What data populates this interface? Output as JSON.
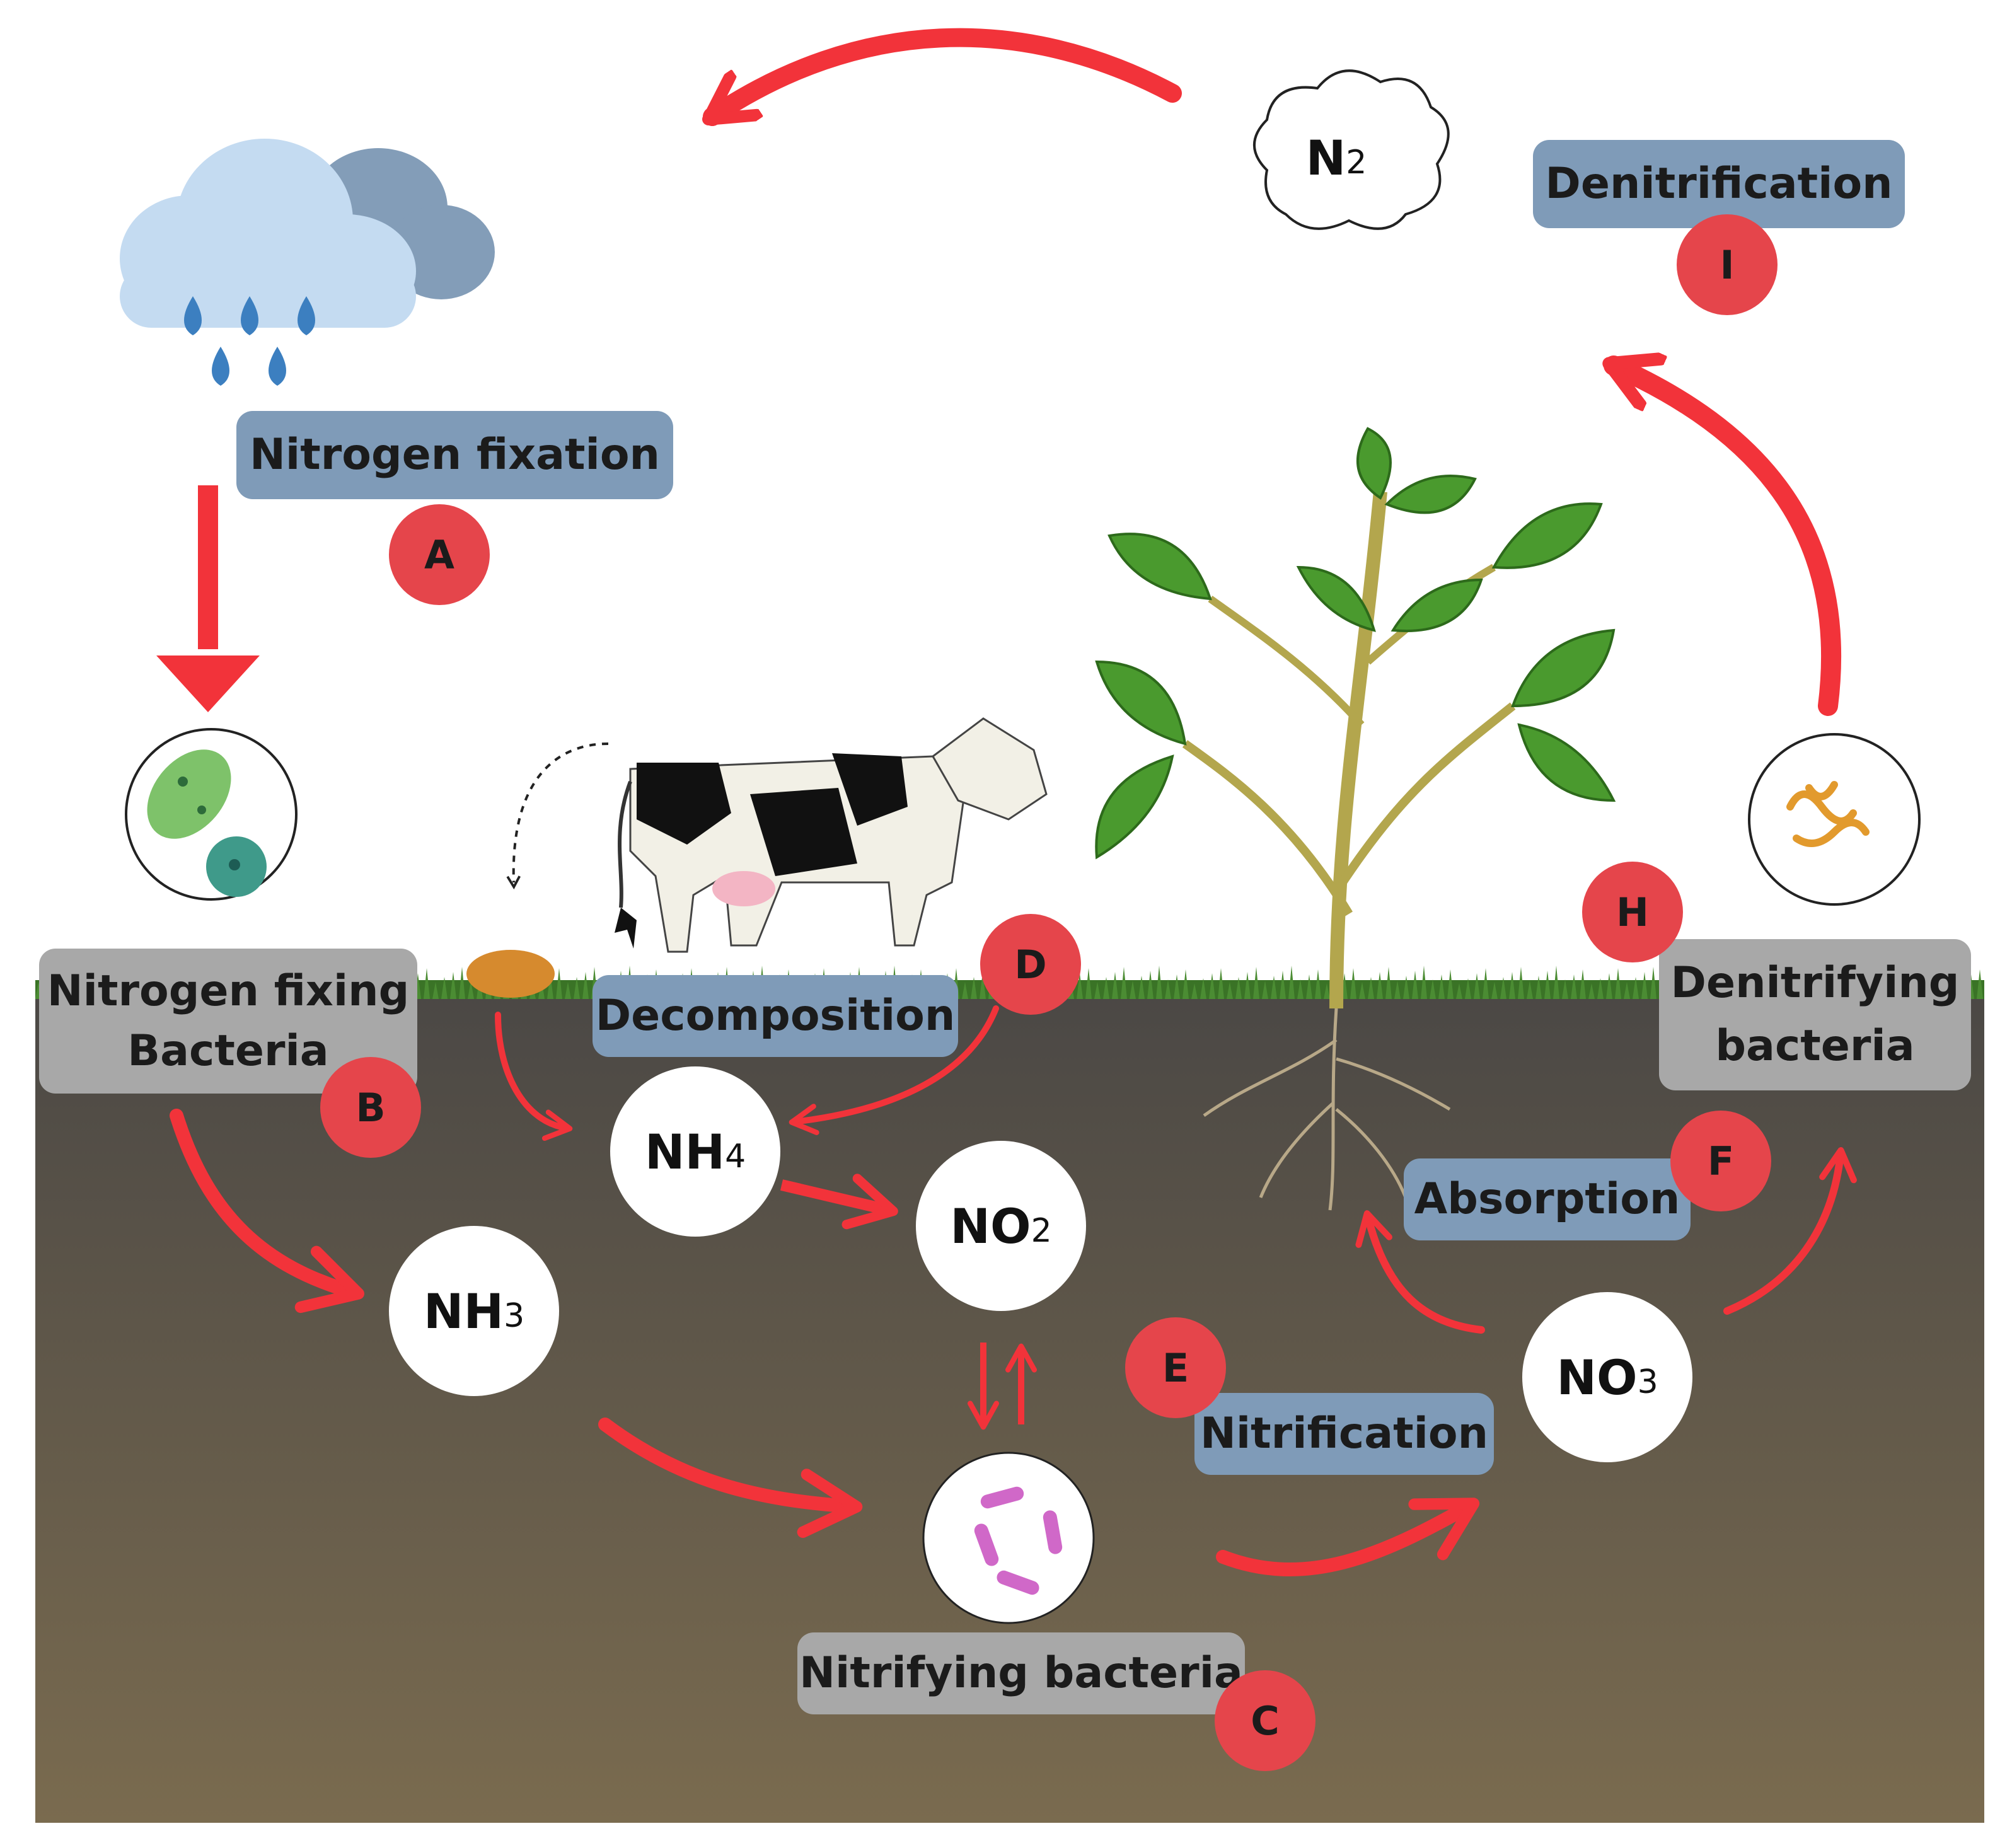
{
  "labels": {
    "nitrogen_fixation": "Nitrogen fixation",
    "nitrogen_fixing_bacteria_line1": "Nitrogen fixing",
    "nitrogen_fixing_bacteria_line2": "Bacteria",
    "decomposition": "Decomposition",
    "nitrifying_bacteria": "Nitrifying bacteria",
    "nitrification": "Nitrification",
    "absorption": "Absorption",
    "denitrifying_bacteria_line1": "Denitrifying",
    "denitrifying_bacteria_line2": "bacteria",
    "denitrification": "Denitrification"
  },
  "badges": {
    "a": "A",
    "b": "B",
    "c": "C",
    "d": "D",
    "e": "E",
    "f": "F",
    "h": "H",
    "i": "I"
  },
  "chemicals": {
    "n2": {
      "base": "N",
      "sub": "2"
    },
    "nh4": {
      "base": "NH",
      "sub": "4"
    },
    "nh3": {
      "base": "NH",
      "sub": "3"
    },
    "no2": {
      "base": "NO",
      "sub": "2"
    },
    "no3": {
      "base": "NO",
      "sub": "3"
    }
  },
  "colors": {
    "arrow": "#f2333a",
    "badge": "#e5454b",
    "process_label": "#7f9bb8",
    "organism_label": "#a8a8a8",
    "soil_top": "#4d4a46",
    "soil_bottom": "#786a4f",
    "grass": "#3f7d2a",
    "leaf": "#4a9a2e"
  }
}
